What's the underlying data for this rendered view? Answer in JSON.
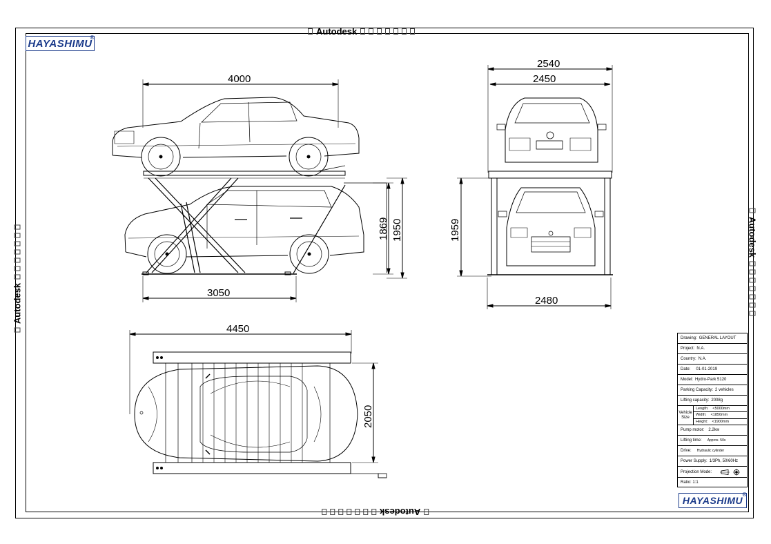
{
  "watermark": {
    "text": "Autodesk"
  },
  "logo": {
    "text": "HAYASHIMU",
    "mark": "®"
  },
  "dimensions": {
    "side_length": "4000",
    "lower_wheelbase": "3050",
    "total_height": "1950",
    "car_height": "1869",
    "front_outer_width": "2540",
    "front_inner_width": "2450",
    "front_height": "1959",
    "front_base_width": "2480",
    "top_length": "4450",
    "top_width": "2050"
  },
  "title_block": {
    "drawing": {
      "label": "Drawing:",
      "value": "GENERAL LAYOUT"
    },
    "project": {
      "label": "Project:",
      "value": "N.A."
    },
    "country": {
      "label": "Country:",
      "value": "N.A."
    },
    "date": {
      "label": "Date:",
      "value": "01-01-2019"
    },
    "model": {
      "label": "Model:",
      "value": "Hydro-Park 5120"
    },
    "parking_capacity": {
      "label": "Parking Capacity:",
      "value": "2 vehicles"
    },
    "lifting_capacity": {
      "label": "Lifting capacity:",
      "value": "2008g"
    },
    "vehicle_size": {
      "label_line1": "Vehicle",
      "label_line2": "Size",
      "length": {
        "label": "Length:",
        "value": "<5000mm"
      },
      "width": {
        "label": "Width:",
        "value": "<1850mm"
      },
      "height": {
        "label": "Height:",
        "value": "<1900mm"
      }
    },
    "pump_motor": {
      "label": "Pump motor:",
      "value": "2.2kw"
    },
    "lifting_time": {
      "label": "Lifting time:",
      "value": "Approx. 50s"
    },
    "drive": {
      "label": "Drive:",
      "value": "Hydraulic cylinder"
    },
    "power_supply": {
      "label": "Power Supply:",
      "value": "1/3Ph, 50/60Hz"
    },
    "projection_mode": {
      "label": "Projection Mode:"
    },
    "ratio": {
      "label": "Ratio: 1:1"
    }
  }
}
